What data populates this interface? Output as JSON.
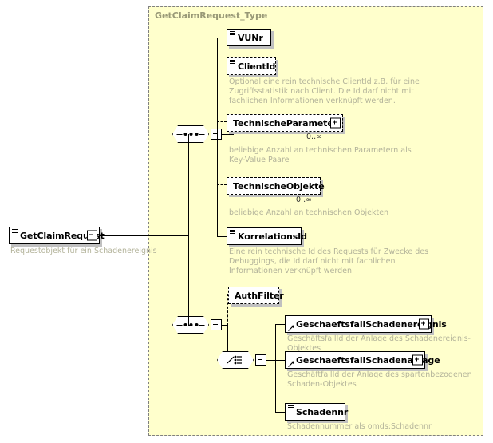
{
  "diagram": {
    "type": "xsd-schema-tree",
    "root": {
      "name": "GetClaimRequest",
      "annotation": "Requestobjekt für ein Schadenereignis",
      "expander": "minus-icon",
      "required": true
    },
    "type_container": {
      "title": "GetClaimRequest_Type"
    },
    "compositors": [
      {
        "id": "seq-1",
        "kind": "sequence",
        "icon": "sequence-icon",
        "button": "minus-icon"
      },
      {
        "id": "seq-2",
        "kind": "sequence",
        "icon": "sequence-icon",
        "button": "minus-icon"
      },
      {
        "id": "choice-1",
        "kind": "choice",
        "icon": "choice-icon",
        "button": "minus-icon"
      }
    ],
    "elements": [
      {
        "name": "VUNr",
        "optional": false,
        "icon": "element-type-icon",
        "expander": null,
        "cardinality": null,
        "annotation": null
      },
      {
        "name": "ClientId",
        "optional": true,
        "icon": "element-type-icon",
        "expander": null,
        "cardinality": null,
        "annotation": "Optional eine rein technische ClientId z.B. für eine\nZugriffsstatistik nach Client. Die Id darf nicht mit\nfachlichen Informationen verknüpft werden."
      },
      {
        "name": "TechnischeParameter",
        "optional": true,
        "icon": null,
        "expander": "plus-icon",
        "cardinality": "0..∞",
        "annotation": "beliebige Anzahl an technischen Parametern als\nKey-Value Paare"
      },
      {
        "name": "TechnischeObjekte",
        "optional": true,
        "icon": null,
        "expander": null,
        "cardinality": "0..∞",
        "annotation": "beliebige Anzahl an technischen Objekten"
      },
      {
        "name": "KorrelationsId",
        "optional": false,
        "icon": "element-type-icon",
        "expander": null,
        "cardinality": null,
        "annotation": "Eine rein technische Id des Requests für Zwecke des\nDebuggings, die Id darf nicht mit fachlichen\nInformationen verknüpft werden."
      },
      {
        "name": "AuthFilter",
        "optional": true,
        "icon": null,
        "expander": null,
        "cardinality": null,
        "annotation": null
      },
      {
        "name": "GeschaeftsfallSchadenereignis",
        "optional": false,
        "icon": "attribute-arrow-icon",
        "expander": "plus-icon",
        "cardinality": null,
        "annotation": "GeschäftsfallId der Anlage des Schadenereignis-Objektes"
      },
      {
        "name": "GeschaeftsfallSchadenanlage",
        "optional": false,
        "icon": "attribute-arrow-icon",
        "expander": "plus-icon",
        "cardinality": null,
        "annotation": "GeschäftfallId der Anlage des spartenbezogenen\nSchaden-Objektes"
      },
      {
        "name": "Schadennr",
        "optional": false,
        "icon": "element-type-icon",
        "expander": null,
        "cardinality": null,
        "annotation": "Schadennummer als omds:Schadennr"
      }
    ],
    "colors": {
      "container_fill": "#ffffcc",
      "container_border": "#808080",
      "element_fill": "#ffffff",
      "element_border": "#000000",
      "shadow": "#c0c0c0",
      "annotation_text": "#b3b39a",
      "title_text": "#999977",
      "label_text": "#000000"
    }
  }
}
